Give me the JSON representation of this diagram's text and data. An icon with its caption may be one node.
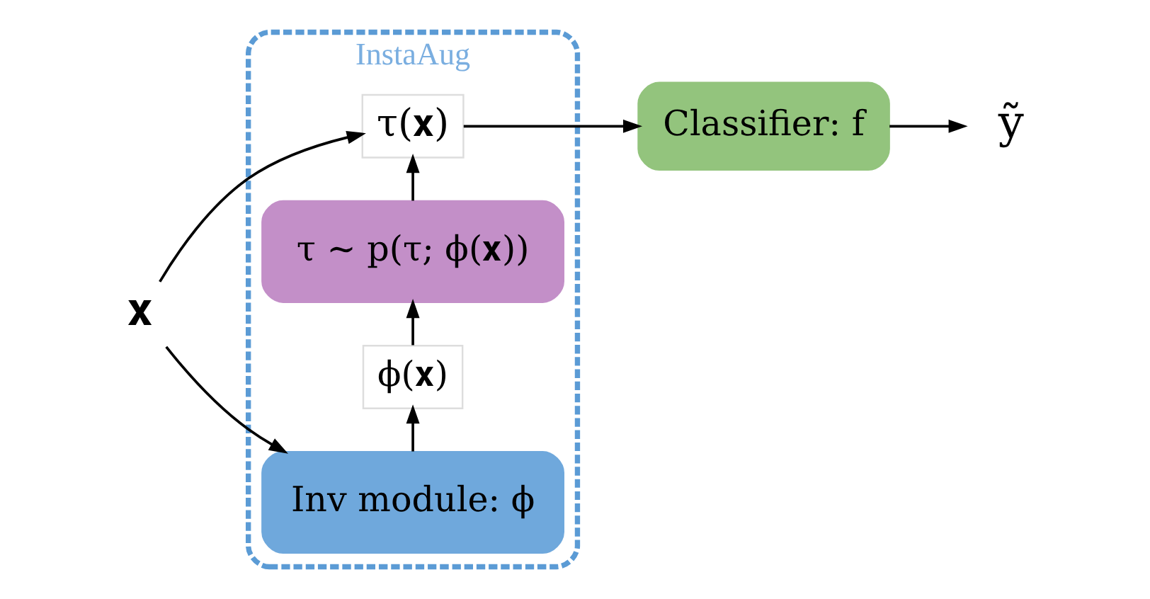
{
  "diagram": {
    "nodes": [
      {
        "text": [
          "InstaAug"
        ]
      },
      {
        "text": [
          "Inv module: ϕ"
        ],
        "in": 0
      },
      {
        "text": [
          "ϕ(𝐱)"
        ],
        "in": 0
      },
      {
        "text": [
          "τ ∼ p(τ; ϕ(𝐱))"
        ],
        "in": 0
      },
      {
        "text": [
          "τ(𝐱)"
        ],
        "in": 0
      },
      {
        "text": [
          "𝐱"
        ]
      },
      {
        "text": [
          "Classifier: f"
        ]
      },
      {
        "text": [
          "ỹ"
        ]
      }
    ],
    "edges": [
      {
        "from": 5,
        "to": 1,
        "arrow": "to"
      },
      {
        "from": 5,
        "to": 4,
        "arrow": "to"
      },
      {
        "from": 1,
        "to": 2,
        "arrow": "to"
      },
      {
        "from": 2,
        "to": 3,
        "arrow": "to"
      },
      {
        "from": 3,
        "to": 4,
        "arrow": "to"
      },
      {
        "from": 4,
        "to": 6,
        "arrow": "to"
      },
      {
        "from": 6,
        "to": 7,
        "arrow": "to"
      }
    ]
  }
}
